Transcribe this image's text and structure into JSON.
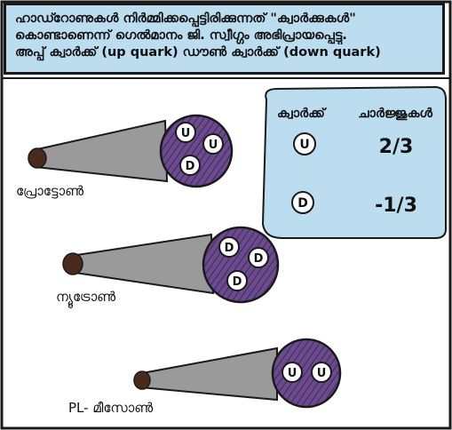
{
  "caption": {
    "line1": "ഹാഡ്റോണുകൾ നിർമ്മിക്കപ്പെട്ടിരിക്കുന്നത് \"ക്വാർക്കുകൾ\"",
    "line2": "കൊണ്ടാണെന്ന് ഗെൽമാനം ജി. സ്വീഗ്ഗം അഭിപ്രായപ്പെട്ടു.",
    "line3": "അപ്പ് ക്വാർക്ക് (up quark) ഡൗൺ ക്വാർക്ക് (down quark)"
  },
  "legend": {
    "header_quark": "ക്വാർക്ക്",
    "header_charge": "ചാർജ്ജുകൾ",
    "up_symbol": "U",
    "up_charge": "2/3",
    "down_symbol": "D",
    "down_charge": "-1/3"
  },
  "particles": [
    {
      "label": "പ്രോട്ടോൺ",
      "quarks": [
        "U",
        "U",
        "D"
      ]
    },
    {
      "label": "ന്യൂട്രോൺ",
      "quarks": [
        "D",
        "D",
        "D"
      ]
    },
    {
      "label": "PL- മീസോൺ",
      "quarks": [
        "U",
        "U"
      ]
    }
  ],
  "colors": {
    "caption_bg": "#bcdcf0",
    "legend_bg": "#bcdcf0",
    "cone": "#9a9a9a",
    "sphere": "#6b4a8e",
    "sphere_dark": "#3e2a5a",
    "tip": "#4a2a1c",
    "ink": "#1a1a1a"
  }
}
